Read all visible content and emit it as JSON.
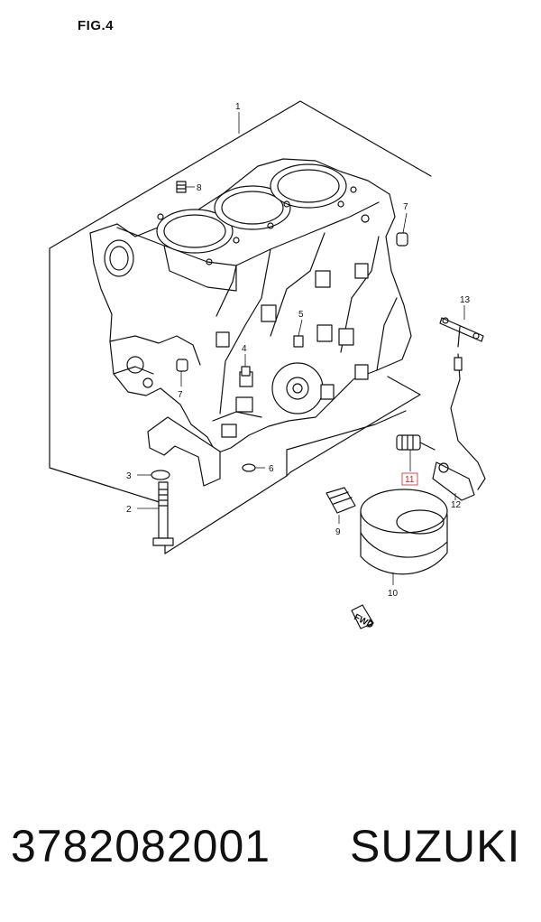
{
  "figure": {
    "title": "FIG.4"
  },
  "callouts": [
    {
      "id": "1",
      "label": "1"
    },
    {
      "id": "2",
      "label": "2"
    },
    {
      "id": "3",
      "label": "3"
    },
    {
      "id": "4",
      "label": "4"
    },
    {
      "id": "5",
      "label": "5"
    },
    {
      "id": "6",
      "label": "6"
    },
    {
      "id": "7a",
      "label": "7"
    },
    {
      "id": "7b",
      "label": "7"
    },
    {
      "id": "8",
      "label": "8"
    },
    {
      "id": "9",
      "label": "9"
    },
    {
      "id": "10",
      "label": "10"
    },
    {
      "id": "11",
      "label": "11",
      "highlight": "#d02020"
    },
    {
      "id": "12",
      "label": "12"
    },
    {
      "id": "13",
      "label": "13"
    }
  ],
  "fwd_marker": {
    "label": "FWD"
  },
  "footer": {
    "part_number": "3782082001",
    "brand": "SUZUKI"
  }
}
